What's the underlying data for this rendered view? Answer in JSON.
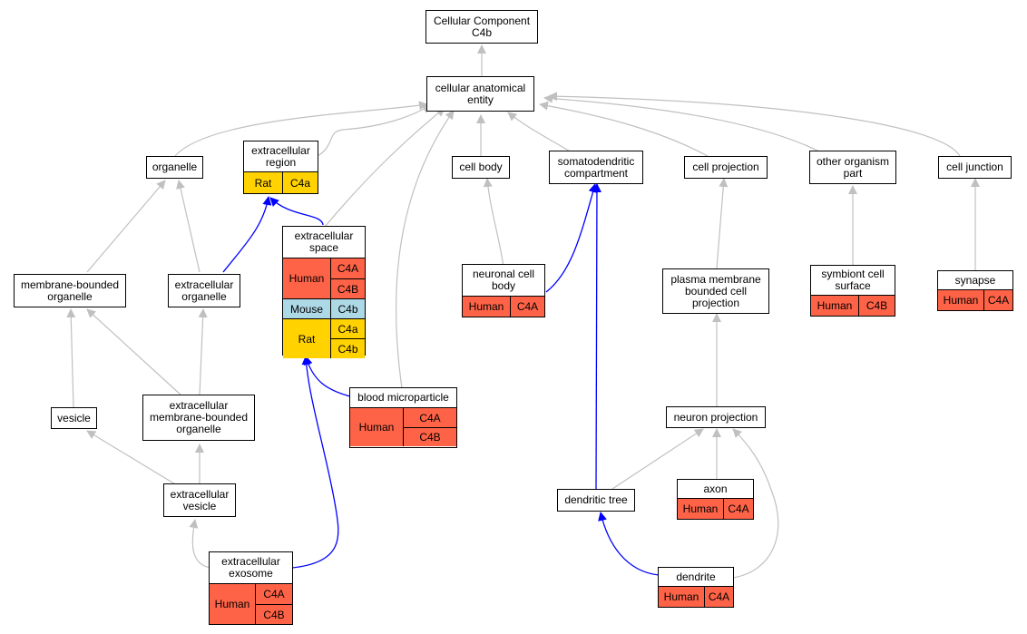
{
  "colors": {
    "human": "#FF6347",
    "rat": "#FFD200",
    "mouse": "#ADD8E6",
    "gray_edge": "#C0C0C0",
    "blue_edge": "#0000FF"
  },
  "nodes": {
    "root": {
      "label": "Cellular Component\nC4b"
    },
    "cae": {
      "label": "cellular anatomical\nentity"
    },
    "organelle": {
      "label": "organelle"
    },
    "exreg": {
      "label": "extracellular\nregion",
      "species": "Rat",
      "genes": [
        "C4a"
      ]
    },
    "cellbody": {
      "label": "cell body"
    },
    "somato": {
      "label": "somatodendritic\ncompartment"
    },
    "cellproj": {
      "label": "cell projection"
    },
    "otherorg": {
      "label": "other organism\npart"
    },
    "celljunc": {
      "label": "cell junction"
    },
    "membo": {
      "label": "membrane-bounded\norganelle"
    },
    "exorg": {
      "label": "extracellular\norganelle"
    },
    "exspace": {
      "label": "extracellular\nspace",
      "human": {
        "species": "Human",
        "genes": [
          "C4A",
          "C4B"
        ]
      },
      "mouse": {
        "species": "Mouse",
        "genes": [
          "C4b"
        ]
      },
      "rat": {
        "species": "Rat",
        "genes": [
          "C4a",
          "C4b"
        ]
      }
    },
    "ncb": {
      "label": "neuronal cell\nbody",
      "species": "Human",
      "genes": [
        "C4A"
      ]
    },
    "pmbcp": {
      "label": "plasma membrane\nbounded cell\nprojection"
    },
    "symb": {
      "label": "symbiont cell\nsurface",
      "species": "Human",
      "genes": [
        "C4B"
      ]
    },
    "synapse": {
      "label": "synapse",
      "species": "Human",
      "genes": [
        "C4A"
      ]
    },
    "vesicle": {
      "label": "vesicle"
    },
    "exmbo": {
      "label": "extracellular\nmembrane-bounded\norganelle"
    },
    "bmp": {
      "label": "blood microparticle",
      "species": "Human",
      "genes": [
        "C4A",
        "C4B"
      ]
    },
    "nproj": {
      "label": "neuron projection"
    },
    "exves": {
      "label": "extracellular\nvesicle"
    },
    "axon": {
      "label": "axon",
      "species": "Human",
      "genes": [
        "C4A"
      ]
    },
    "dtree": {
      "label": "dendritic tree"
    },
    "exo": {
      "label": "extracellular\nexosome",
      "species": "Human",
      "genes": [
        "C4A",
        "C4B"
      ]
    },
    "dendrite": {
      "label": "dendrite",
      "species": "Human",
      "genes": [
        "C4A"
      ]
    }
  }
}
